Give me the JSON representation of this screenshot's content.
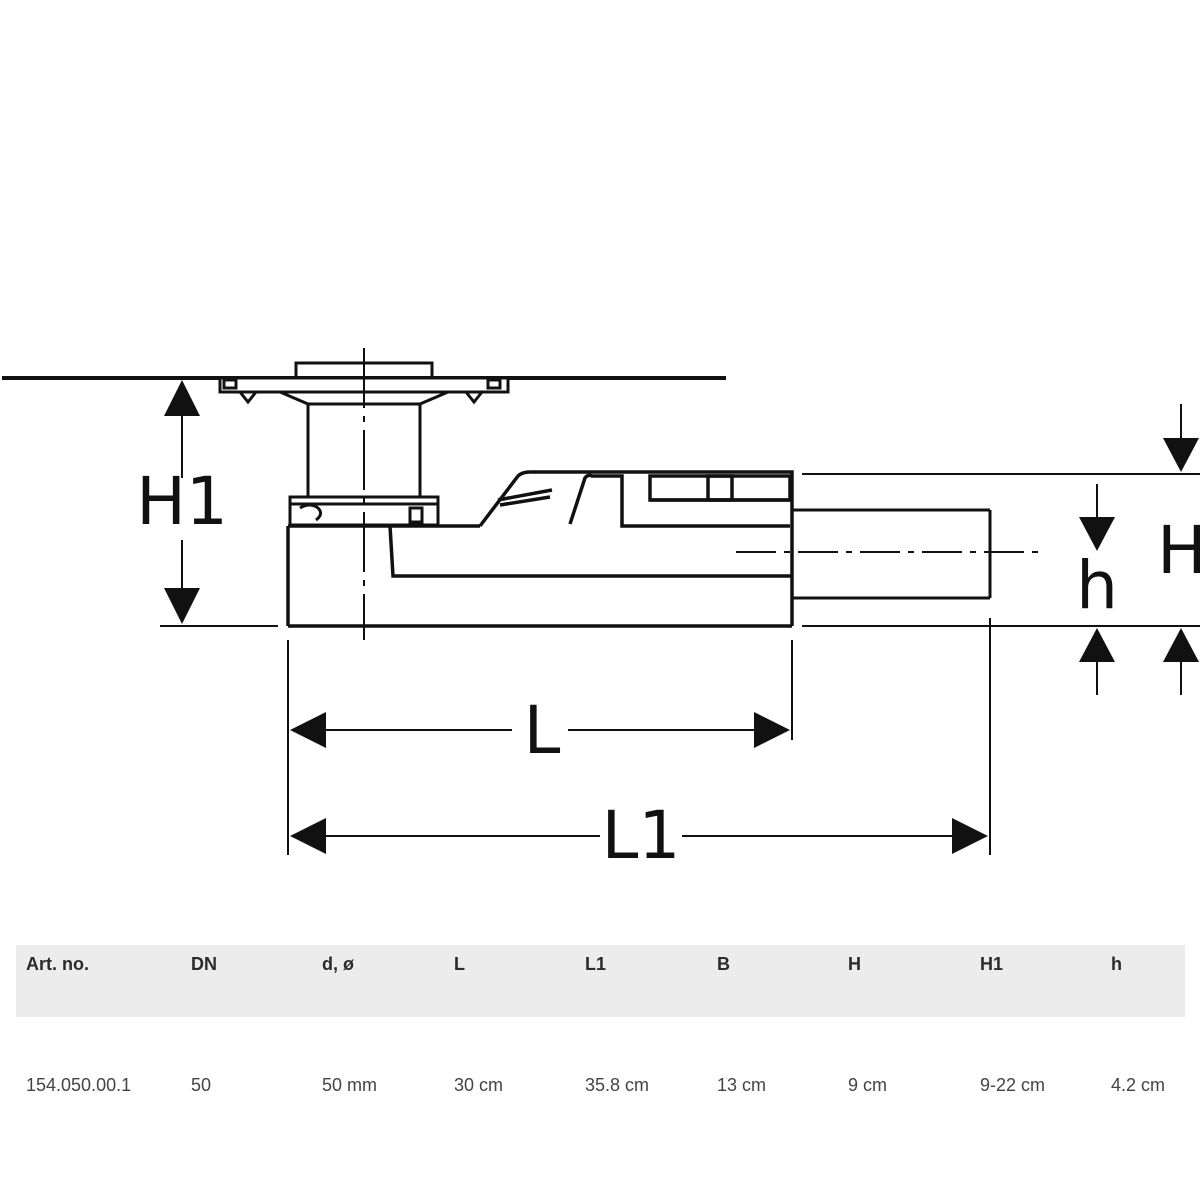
{
  "dimensions": {
    "h1_label": "H1",
    "l_label": "L",
    "l1_label": "L1",
    "h_label": "H",
    "h_small_label": "h"
  },
  "table": {
    "headers": [
      "Art. no.",
      "DN",
      "d, ø",
      "L",
      "L1",
      "B",
      "H",
      "H1",
      "h"
    ],
    "rows": [
      [
        "154.050.00.1",
        "50",
        "50 mm",
        "30 cm",
        "35.8 cm",
        "13 cm",
        "9 cm",
        "9-22 cm",
        "4.2 cm"
      ]
    ]
  }
}
